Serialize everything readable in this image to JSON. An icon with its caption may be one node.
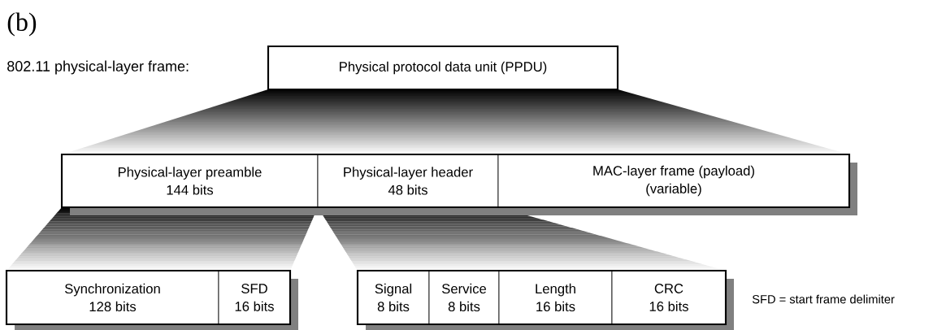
{
  "diagram": {
    "nodes": [
      {
        "text": [
          "Physical protocol data unit (PPDU)"
        ]
      },
      {
        "text": [
          "Physical-layer preamble",
          "144 bits"
        ]
      },
      {
        "text": [
          "Physical-layer header",
          "48 bits"
        ]
      },
      {
        "text": [
          "MAC-layer frame (payload)",
          "(variable)"
        ]
      },
      {
        "text": [
          "Synchronization",
          "128 bits"
        ]
      },
      {
        "text": [
          "SFD",
          "16 bits"
        ]
      },
      {
        "text": [
          "Signal",
          "8 bits"
        ]
      },
      {
        "text": [
          "Service",
          "8 bits"
        ]
      },
      {
        "text": [
          "Length",
          "16 bits"
        ]
      },
      {
        "text": [
          "CRC",
          "16 bits"
        ]
      }
    ],
    "labels": [
      "(b)",
      "802.11 physical-layer frame:",
      "SFD = start frame delimiter"
    ]
  }
}
